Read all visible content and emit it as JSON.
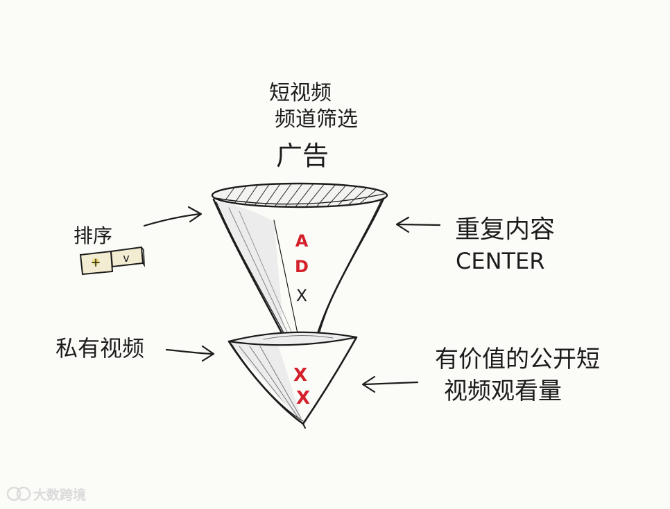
{
  "labels": {
    "top_line1": "短视频",
    "top_line2": "频道筛选",
    "top_line3": "广告",
    "left_sort": "排序",
    "sort_box_left": "+",
    "sort_box_right": "v",
    "right_top_line1": "重复内容",
    "right_top_line2": "CENTER",
    "left_bottom": "私有视频",
    "right_bottom_line1": "有价值的公开短",
    "right_bottom_line2": "视频观看量",
    "funnel_letter_1": "A",
    "funnel_letter_2": "D",
    "funnel_letter_3": "X",
    "bottom_letter_1": "X",
    "bottom_letter_2": "X"
  },
  "watermark": {
    "logo_text": "大数跨境"
  },
  "colors": {
    "ink": "#1c1c1c",
    "accent_red": "#d4202a",
    "sort_box_fill": "#f2ecd2",
    "background": "#fbfbf8"
  }
}
